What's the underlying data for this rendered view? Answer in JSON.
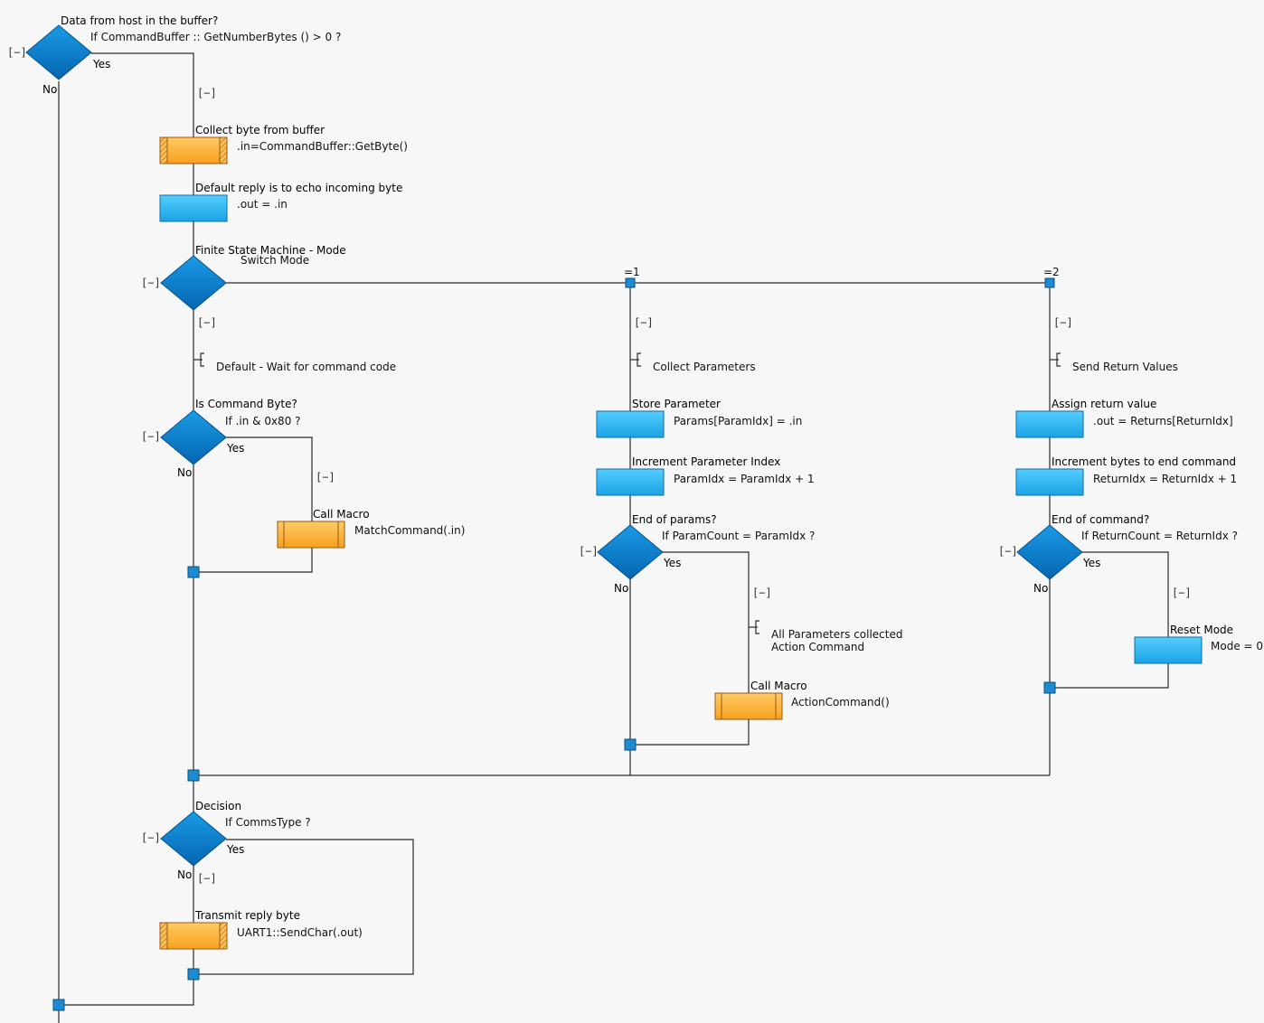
{
  "colors": {
    "decision": "#0a7fcf",
    "calculation": "#33b7f0",
    "macro": "#ffb640",
    "connector": "#1c8bd2",
    "line": "#2b2b2b",
    "background": "#f7f7f7"
  },
  "common": {
    "yes": "Yes",
    "no": "No",
    "collapse": "[−]"
  },
  "d1": {
    "label": "Data from host in the buffer?",
    "cond": "If  CommandBuffer :: GetNumberBytes () > 0 ?"
  },
  "b_get": {
    "label": "Collect byte from buffer",
    "expr": ".in=CommandBuffer::GetByte()"
  },
  "b_echo": {
    "label": "Default reply is to echo incoming byte",
    "expr": ".out = .in"
  },
  "sw": {
    "label": "Finite State Machine - Mode",
    "cond": "Switch Mode",
    "case1": "=1",
    "case2": "=2"
  },
  "c0": {
    "label": "Default - Wait for command code"
  },
  "d_cmd": {
    "label": "Is Command Byte?",
    "cond": "If  .in & 0x80 ?"
  },
  "m_match": {
    "label": "Call Macro",
    "expr": "MatchCommand(.in)"
  },
  "c1": {
    "label": "Collect Parameters"
  },
  "b_store": {
    "label": "Store Parameter",
    "expr": "Params[ParamIdx] = .in"
  },
  "b_inc": {
    "label": "Increment Parameter Index",
    "expr": "ParamIdx = ParamIdx + 1"
  },
  "d_end": {
    "label": "End of params?",
    "cond": "If  ParamCount = ParamIdx ?"
  },
  "c_all": {
    "line1": "All Parameters collected",
    "line2": "Action Command"
  },
  "m_action": {
    "label": "Call Macro",
    "expr": "ActionCommand()"
  },
  "c2": {
    "label": "Send Return Values"
  },
  "b_assign": {
    "label": "Assign return value",
    "expr": ".out = Returns[ReturnIdx]"
  },
  "b_ret": {
    "label": "Increment bytes to end command",
    "expr": "ReturnIdx = ReturnIdx + 1"
  },
  "d_endcmd": {
    "label": "End of command?",
    "cond": "If  ReturnCount = ReturnIdx ?"
  },
  "b_reset": {
    "label": "Reset Mode",
    "expr": "Mode = 0"
  },
  "d_comms": {
    "label": "Decision",
    "cond": "If  CommsType ?"
  },
  "m_tx": {
    "label": "Transmit reply byte",
    "expr": "UART1::SendChar(.out)"
  }
}
